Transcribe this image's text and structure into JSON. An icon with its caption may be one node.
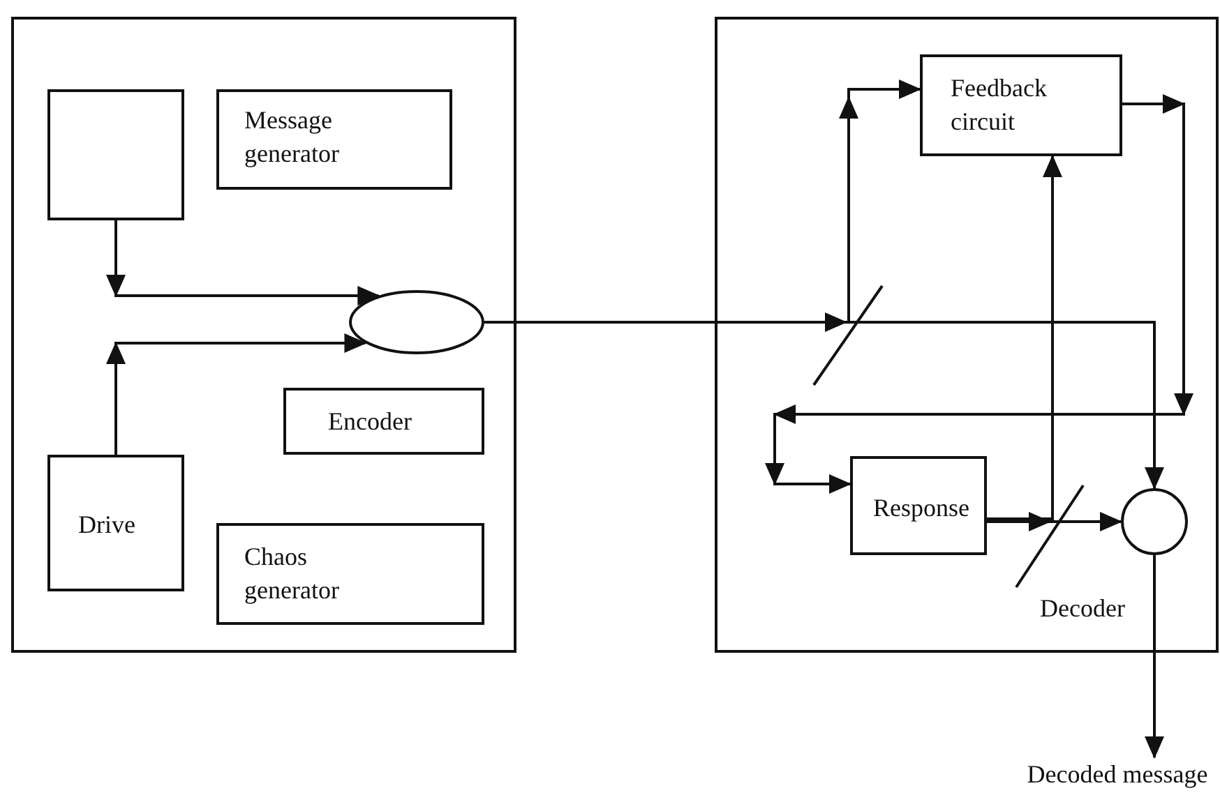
{
  "diagram": {
    "nodes": [
      {
        "text": [],
        "shape": "box"
      },
      {
        "text": [],
        "shape": "box",
        "in": 0
      },
      {
        "text": [
          "Message generator"
        ],
        "in": 0
      },
      {
        "text": [],
        "shape": "ellipse",
        "in": 0
      },
      {
        "text": [
          "Encoder"
        ],
        "in": 0
      },
      {
        "text": [
          "Drive"
        ],
        "in": 0
      },
      {
        "text": [
          "Chaos generator"
        ],
        "in": 0
      },
      {
        "text": [],
        "shape": "box"
      },
      {
        "text": [
          "Feedback circuit"
        ],
        "in": 7
      },
      {
        "text": [
          "Response"
        ],
        "in": 7
      },
      {
        "text": [],
        "shape": "circle",
        "in": 7,
        "beside": [
          "Decoder"
        ]
      },
      {
        "text": [
          "Decoded message"
        ]
      }
    ],
    "edges": [
      {
        "from": 1,
        "to": 3,
        "arrow": "to"
      },
      {
        "from": 5,
        "to": 3,
        "arrow": "to"
      },
      {
        "from": 3,
        "to": 8,
        "arrow": "to"
      },
      {
        "from": 3,
        "to": 10,
        "arrow": "to"
      },
      {
        "from": 8,
        "to": 9,
        "arrow": "to"
      },
      {
        "from": 9,
        "to": 10,
        "arrow": "to"
      },
      {
        "from": 9,
        "to": 8,
        "arrow": "to"
      },
      {
        "from": 10,
        "to": 11,
        "arrow": "to"
      }
    ]
  }
}
